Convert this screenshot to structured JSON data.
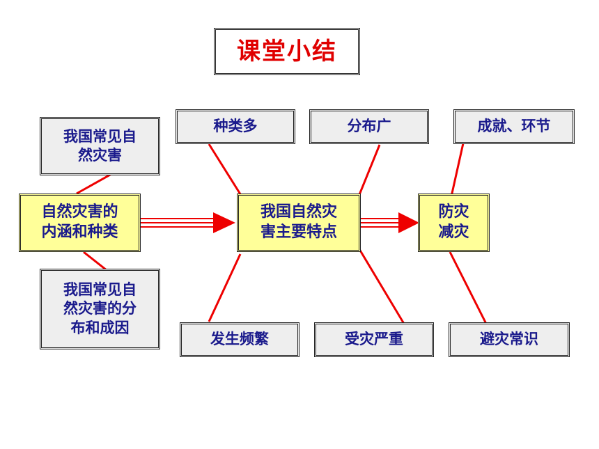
{
  "title": "课堂小结",
  "colors": {
    "title": "#e00000",
    "text": "#1a1a8c",
    "connector": "#ee0000",
    "core_box": "#ffff99",
    "detail_box": "#eeeeee"
  },
  "core_nodes": [
    {
      "id": "meaning",
      "line1": "自然灾害的",
      "line2": "内涵和种类"
    },
    {
      "id": "features",
      "line1": "我国自然灾",
      "line2": "害主要特点"
    },
    {
      "id": "prevention",
      "line1": "防灾",
      "line2": "减灾"
    }
  ],
  "detail_nodes": {
    "common_disasters": {
      "line1": "我国常见自",
      "line2": "然灾害"
    },
    "distribution_causes": {
      "line1": "我国常见自",
      "line2": "然灾害的分",
      "line3": "布和成因"
    },
    "many_types": "种类多",
    "wide_distribution": "分布广",
    "frequent": "发生频繁",
    "serious_damage": "受灾严重",
    "achievements": "成就、环节",
    "safety_knowledge": "避灾常识"
  }
}
